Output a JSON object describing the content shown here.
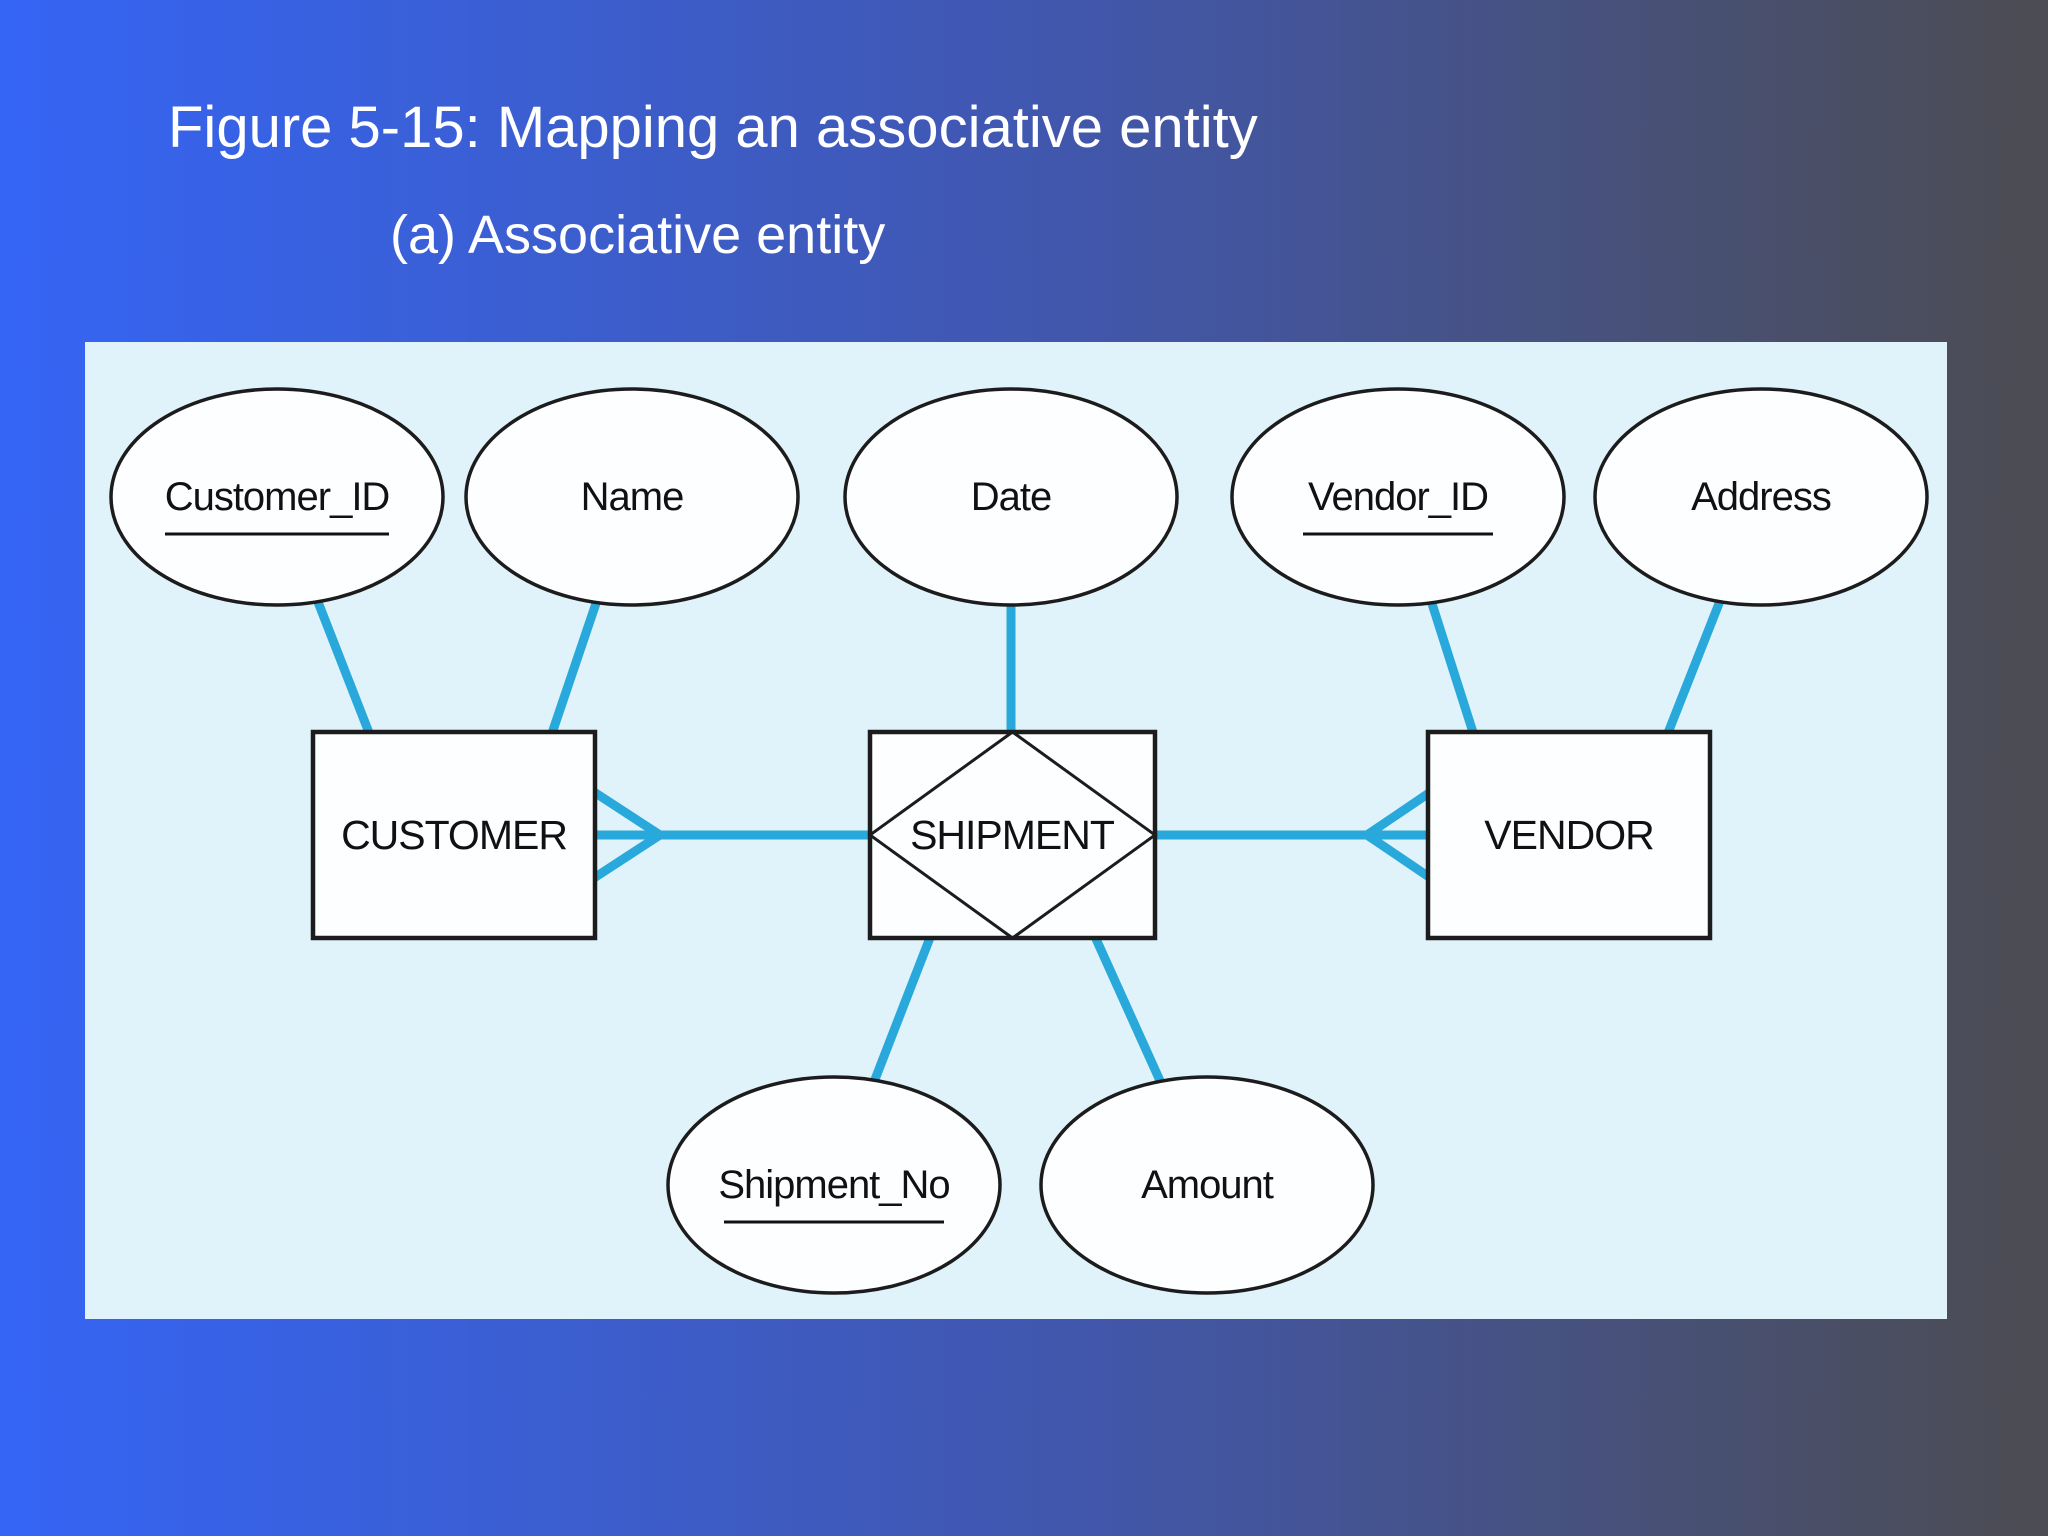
{
  "slide": {
    "title": "Figure 5-15: Mapping an associative entity",
    "subtitle": "(a) Associative entity"
  },
  "colors": {
    "gradient_left": "#3565f5",
    "gradient_mid": "#4157ad",
    "gradient_right": "#4c4c52",
    "panel_bg": "#e1f3fa",
    "connector": "#29a9db",
    "shape_fill": "#fdfeff",
    "shape_stroke": "#1c1c1c",
    "label_color": "#111111",
    "title_color": "#ffffff"
  },
  "diagram": {
    "entities": [
      {
        "label": "CUSTOMER"
      },
      {
        "label": "VENDOR"
      }
    ],
    "associative_entity": {
      "label": "SHIPMENT"
    },
    "attributes": [
      {
        "label": "Customer_ID",
        "identifier": true,
        "attached_to": "CUSTOMER"
      },
      {
        "label": "Name",
        "identifier": false,
        "attached_to": "CUSTOMER"
      },
      {
        "label": "Date",
        "identifier": false,
        "attached_to": "SHIPMENT"
      },
      {
        "label": "Vendor_ID",
        "identifier": true,
        "attached_to": "VENDOR"
      },
      {
        "label": "Address",
        "identifier": false,
        "attached_to": "VENDOR"
      },
      {
        "label": "Shipment_No",
        "identifier": true,
        "attached_to": "SHIPMENT"
      },
      {
        "label": "Amount",
        "identifier": false,
        "attached_to": "SHIPMENT"
      }
    ]
  }
}
